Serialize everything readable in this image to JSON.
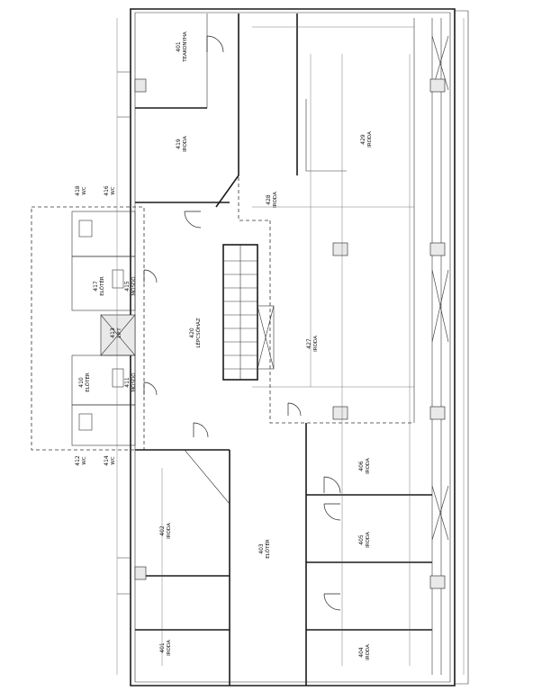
{
  "rooms": [
    {
      "id": "r401",
      "number": "401",
      "name": "TEAKONYHA"
    },
    {
      "id": "r419",
      "number": "419",
      "name": "IRODA"
    },
    {
      "id": "r418",
      "number": "418",
      "name": "WC"
    },
    {
      "id": "r416",
      "number": "416",
      "name": "WC"
    },
    {
      "id": "r417",
      "number": "417",
      "name": "ELŐTÉR"
    },
    {
      "id": "r415",
      "number": "415",
      "name": "MOSDÓ"
    },
    {
      "id": "r413",
      "number": "413",
      "name": "LIFT"
    },
    {
      "id": "r410",
      "number": "410",
      "name": "ELŐTÉR"
    },
    {
      "id": "r411",
      "number": "411",
      "name": "MOSDÓ"
    },
    {
      "id": "r412",
      "number": "412",
      "name": "WC"
    },
    {
      "id": "r414",
      "number": "414",
      "name": "WC"
    },
    {
      "id": "r420",
      "number": "420",
      "name": "LÉPCSŐHÁZ"
    },
    {
      "id": "r428",
      "number": "428",
      "name": "IRODA"
    },
    {
      "id": "r429",
      "number": "429",
      "name": "IRODA"
    },
    {
      "id": "r427",
      "number": "427",
      "name": "IRODA"
    },
    {
      "id": "r402",
      "number": "402",
      "name": "IRODA"
    },
    {
      "id": "r401b",
      "number": "401",
      "name": "IRODA"
    },
    {
      "id": "r403",
      "number": "403",
      "name": "ELŐTÉR"
    },
    {
      "id": "r404",
      "number": "404",
      "name": "IRODA"
    },
    {
      "id": "r405",
      "number": "405",
      "name": "IRODA"
    },
    {
      "id": "r406",
      "number": "406",
      "name": "IRODA"
    }
  ]
}
